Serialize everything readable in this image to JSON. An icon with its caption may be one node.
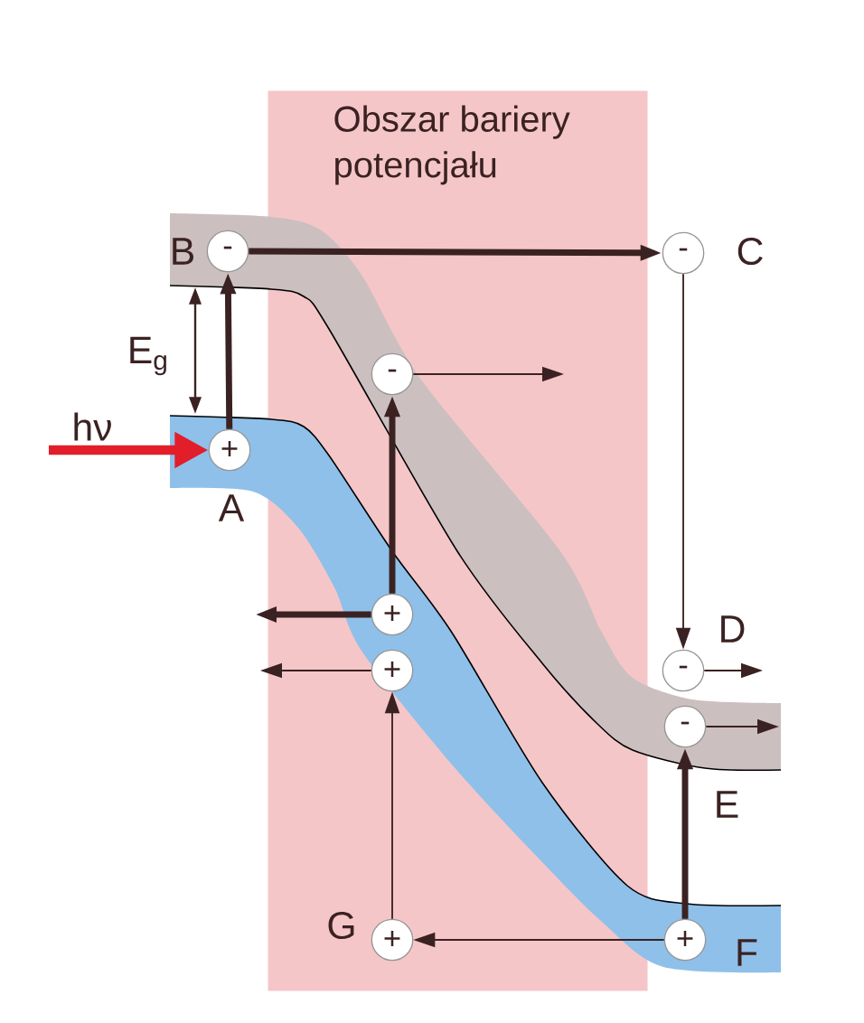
{
  "diagram": {
    "nodes": [
      {
        "text": [
          "Obszar bariery potencjału"
        ]
      },
      {
        "text": [
          "+"
        ],
        "beside": [
          "A"
        ]
      },
      {
        "text": [
          "-"
        ],
        "beside": [
          "B"
        ]
      },
      {
        "text": [
          "-"
        ],
        "beside": [
          "C"
        ]
      },
      {
        "text": [
          "-"
        ],
        "in": 0
      },
      {
        "text": [
          "+"
        ],
        "in": 0
      },
      {
        "text": [
          "+"
        ],
        "in": 0
      },
      {
        "text": [
          "-"
        ],
        "beside": [
          "D"
        ]
      },
      {
        "text": [
          "-"
        ],
        "beside": [
          "E"
        ]
      },
      {
        "text": [
          "+"
        ],
        "beside": [
          "G"
        ],
        "in": 0
      },
      {
        "text": [
          "+"
        ],
        "beside": [
          "F"
        ]
      }
    ],
    "edges": [
      {
        "from": 1,
        "to": 2,
        "arrow": "to",
        "style": "thick"
      },
      {
        "from": 2,
        "to": 3,
        "arrow": "to",
        "style": "thick"
      },
      {
        "from": 3,
        "to": 7,
        "arrow": "to"
      },
      {
        "from": 7,
        "to": null,
        "arrow": "to"
      },
      {
        "from": 4,
        "to": null,
        "arrow": "to"
      },
      {
        "from": 5,
        "to": 4,
        "arrow": "to",
        "style": "thick"
      },
      {
        "from": 5,
        "to": null,
        "arrow": "to",
        "style": "thick"
      },
      {
        "from": 6,
        "to": null,
        "arrow": "to"
      },
      {
        "from": 9,
        "to": 6,
        "arrow": "to"
      },
      {
        "from": 10,
        "to": 9,
        "arrow": "to"
      },
      {
        "from": 10,
        "to": 8,
        "arrow": "to",
        "style": "thick"
      },
      {
        "from": 8,
        "to": null,
        "arrow": "to"
      },
      {
        "from": null,
        "to": 1,
        "arrow": "to",
        "style": "thick",
        "color": "#e11e2a"
      }
    ],
    "labels": [
      "hν",
      "E$_{g}$"
    ]
  }
}
